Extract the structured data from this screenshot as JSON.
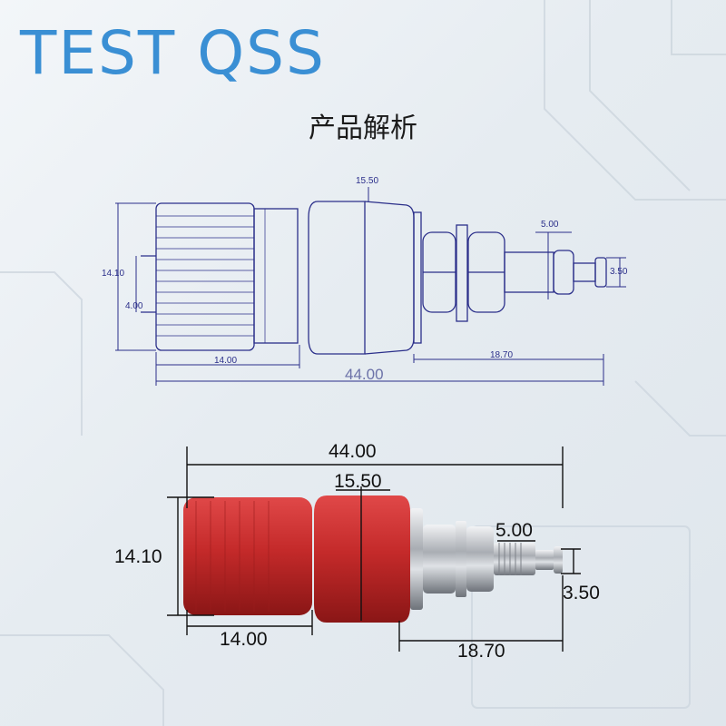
{
  "brand": {
    "text": "TEST QSS",
    "color": "#3a8fd4"
  },
  "subtitle": "产品解析",
  "colors": {
    "drawing_line": "#2b2f8a",
    "dim_line": "#111111",
    "red_cap": "#c42a2a",
    "metal": "#b9bcc0"
  },
  "drawing": {
    "total_length": "44.00",
    "cap_diameter": "14.10",
    "cap_length": "14.00",
    "inner_diameter": "4.00",
    "body_diameter": "15.50",
    "pin_length": "18.70",
    "pin_diameter": "5.00",
    "tip_diameter": "3.50"
  },
  "photo": {
    "total_length": "44.00",
    "body_diameter": "15.50",
    "cap_diameter": "14.10",
    "cap_length": "14.00",
    "pin_diameter": "5.00",
    "tip_diameter": "3.50",
    "pin_length": "18.70"
  }
}
